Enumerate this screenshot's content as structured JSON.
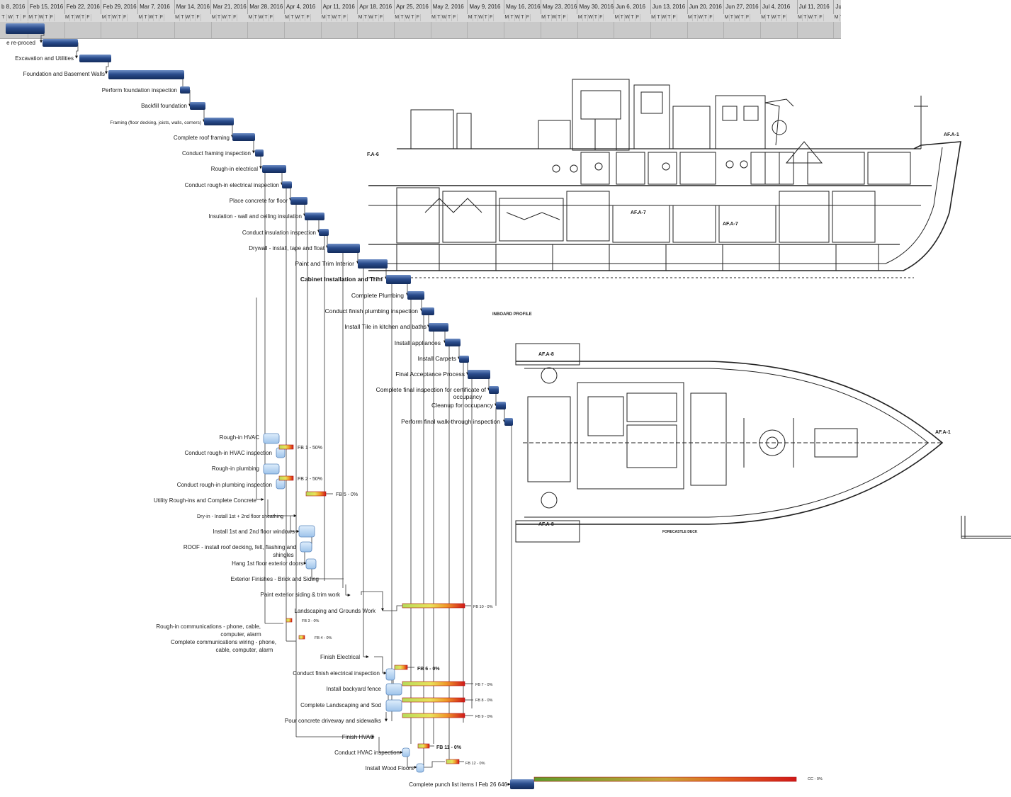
{
  "timescale": {
    "weeks": [
      "b 8, 2016",
      "Feb 15, 2016",
      "Feb 22, 2016",
      "Feb 29, 2016",
      "Mar 7, 2016",
      "Mar 14, 2016",
      "Mar 21, 2016",
      "Mar 28, 2016",
      "Apr 4, 2016",
      "Apr 11, 2016",
      "Apr 18, 2016",
      "Apr 25, 2016",
      "May 2, 2016",
      "May 9, 2016",
      "May 16, 2016",
      "May 23, 2016",
      "May 30, 2016",
      "Jun 6, 2016",
      "Jun 13, 2016",
      "Jun 20, 2016",
      "Jun 27, 2016",
      "Jul 4, 2016",
      "Jul 11, 2016",
      "Ju"
    ],
    "first_days": [
      "T",
      "W",
      "T",
      "F"
    ],
    "days": [
      "M",
      "T",
      "W",
      "T",
      "F"
    ]
  },
  "tasks": [
    {
      "label": "e re-proced"
    },
    {
      "label": "Excavation and Utilities"
    },
    {
      "label": "Foundation and Basement Walls"
    },
    {
      "label": "Perform foundation inspection"
    },
    {
      "label": "Backfill foundation"
    },
    {
      "label": "Framing (floor decking, joists, walls, corners)"
    },
    {
      "label": "Complete roof framing"
    },
    {
      "label": "Conduct framing inspection"
    },
    {
      "label": "Rough-in electrical"
    },
    {
      "label": "Conduct rough-in electrical inspection"
    },
    {
      "label": "Place concrete for floor"
    },
    {
      "label": "Insulation - wall and ceiling insulation"
    },
    {
      "label": "Conduct insulation inspection"
    },
    {
      "label": "Drywall - install, tape and float"
    },
    {
      "label": "Paint and Trim Interior"
    },
    {
      "label": "Cabinet Installation and Trim"
    },
    {
      "label": "Complete Plumbing"
    },
    {
      "label": "Conduct finish plumbing inspection"
    },
    {
      "label": "Install Tile in kitchen and baths"
    },
    {
      "label": "Install appliances"
    },
    {
      "label": "Install Carpets"
    },
    {
      "label": "Final Acceptance Process"
    },
    {
      "label": "Complete final inspection for certificate of"
    },
    {
      "label": "occupancy"
    },
    {
      "label": "Cleanup for occupancy"
    },
    {
      "label": "Perform final walk-through inspection"
    },
    {
      "label": "Rough-in HVAC"
    },
    {
      "label": "Conduct rough-in HVAC inspection"
    },
    {
      "label": "Rough-in plumbing"
    },
    {
      "label": "Conduct rough-in plumbing inspection"
    },
    {
      "label": "Utility Rough-ins and Complete Concrete"
    },
    {
      "label": "Dry-in - Install 1st + 2nd floor sheathing"
    },
    {
      "label": "Install 1st and 2nd floor windows"
    },
    {
      "label": "ROOF - install roof decking, felt, flashing and"
    },
    {
      "label": "shingles"
    },
    {
      "label": "Hang 1st floor exterior doors"
    },
    {
      "label": "Exterior Finishes - Brick and Siding"
    },
    {
      "label": "Paint exterior siding & trim work"
    },
    {
      "label": "Landscaping and Grounds Work"
    },
    {
      "label": "Rough-in communications - phone, cable,"
    },
    {
      "label": "computer, alarm"
    },
    {
      "label": "Complete communications wiring - phone,"
    },
    {
      "label": "cable, computer, alarm"
    },
    {
      "label": "Finish Electrical"
    },
    {
      "label": "Conduct finish electrical inspection"
    },
    {
      "label": "Install backyard fence"
    },
    {
      "label": "Complete Landscaping and Sod"
    },
    {
      "label": "Pour concrete driveway and sidewalks"
    },
    {
      "label": "Finish HVAC"
    },
    {
      "label": "Conduct HVAC inspection"
    },
    {
      "label": "Install Wood Floors"
    },
    {
      "label": "Complete punch list items I Feb 26 646"
    }
  ],
  "buffers": [
    {
      "label": "FB 1 - 50%"
    },
    {
      "label": "FB 2 - 50%"
    },
    {
      "label": "FB 5 - 0%"
    },
    {
      "label": "FB 10 - 0%"
    },
    {
      "label": "FB 3 - 0%"
    },
    {
      "label": "FB 4 - 0%"
    },
    {
      "label": "FB 6 - 0%"
    },
    {
      "label": "FB 7 - 0%"
    },
    {
      "label": "FB 8 - 0%"
    },
    {
      "label": "FB 9 - 0%"
    },
    {
      "label": "FB 11 - 0%"
    },
    {
      "label": "FB 12 - 0%"
    },
    {
      "label": "CC - 0%"
    }
  ],
  "drawing": {
    "profile_title": "INBOARD PROFILE",
    "deck_title": "FORECASTLE DECK",
    "tags": [
      "F.A-6",
      "AF.A-1",
      "AF.A-7",
      "AF.A-7",
      "AF.A-8",
      "AF.A-8",
      "AF.A-1"
    ]
  },
  "colors": {
    "task_bar": "#1f3f7a",
    "task_bar_light": "#6f8fc6",
    "buffer_green": "#a8d03c",
    "buffer_yellow": "#f0d040",
    "buffer_red": "#d42020",
    "light_box": "#b9d4f0"
  }
}
